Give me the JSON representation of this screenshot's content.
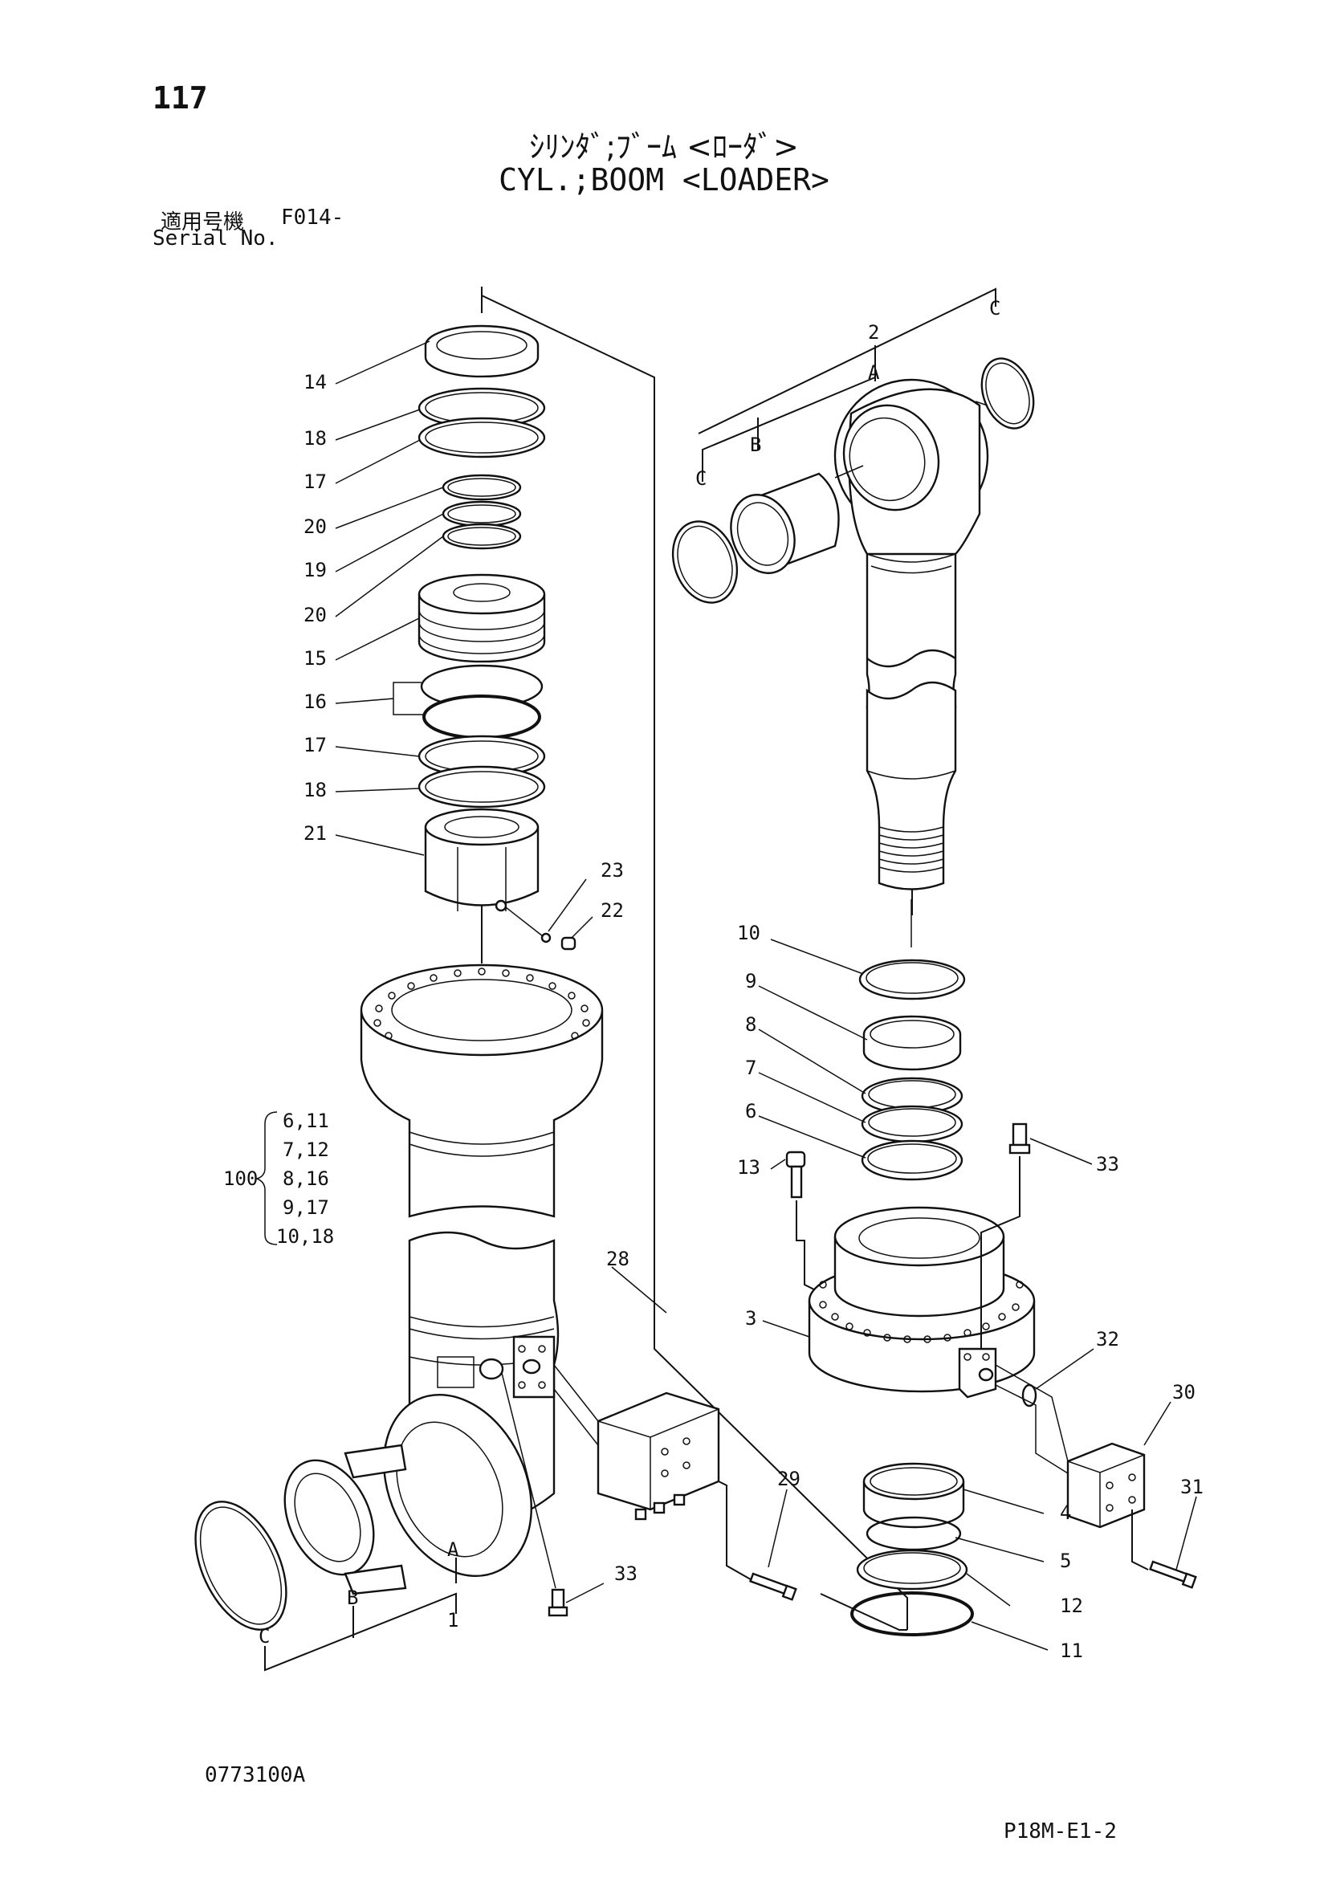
{
  "page_number": "117",
  "title_ja": "ｼﾘﾝﾀﾞ;ﾌﾞｰﾑ <ﾛｰﾀﾞ>",
  "title_en": "CYL.;BOOM <LOADER>",
  "serial": {
    "label_ja": "適用号機",
    "value": "F014-",
    "label_en": "Serial No."
  },
  "drawing_code": "0773100A",
  "page_code": "P18M-E1-2",
  "kit": {
    "label": "100",
    "rows": [
      "6,11",
      "7,12",
      "8,16",
      "9,17",
      "10,18"
    ]
  },
  "callouts": {
    "p14": "14",
    "p18a": "18",
    "p17a": "17",
    "p20a": "20",
    "p19": "19",
    "p20b": "20",
    "p15": "15",
    "p16": "16",
    "p17b": "17",
    "p18b": "18",
    "p21": "21",
    "p23": "23",
    "p22": "22",
    "p28": "28",
    "p29": "29",
    "p33a": "33",
    "p1": "1",
    "pA1": "A",
    "pB1": "B",
    "pC1": "C",
    "p2": "2",
    "pA2": "A",
    "pB2": "B",
    "pC2a": "C",
    "pC2b": "C",
    "p10": "10",
    "p9": "9",
    "p8": "8",
    "p7": "7",
    "p6": "6",
    "p13": "13",
    "p33b": "33",
    "p3": "3",
    "p32": "32",
    "p30": "30",
    "p31": "31",
    "p4": "4",
    "p5": "5",
    "p12": "12",
    "p11": "11"
  }
}
